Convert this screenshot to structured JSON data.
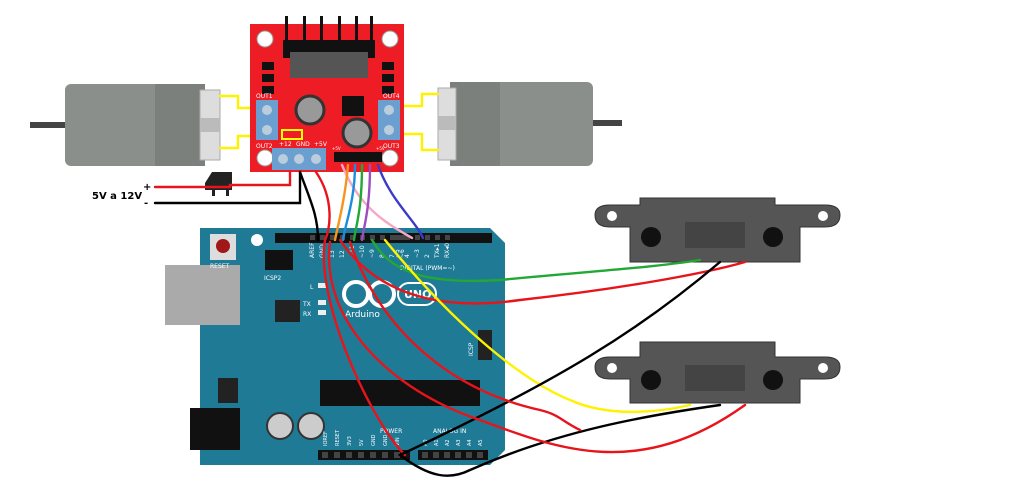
{
  "power_supply": {
    "voltage_label": "5V a 12V",
    "plus": "+",
    "minus": "-"
  },
  "driver": {
    "outputs": [
      "OUT1",
      "OUT2",
      "OUT3",
      "OUT4"
    ],
    "power_terminals": [
      "+12",
      "GND",
      "+5V"
    ],
    "logic_5v_labels": [
      "+5V",
      "+5V"
    ],
    "color": "#ee1c24"
  },
  "arduino": {
    "reset_label": "RESET",
    "icsp2_label": "ICSP2",
    "icsp_label": "ICSP",
    "digital_pins": [
      "AREF",
      "GND",
      "13",
      "12",
      "~11",
      "~10",
      "~9",
      "8",
      "7",
      "~6",
      "~5",
      "4",
      "~3",
      "2",
      "TX▸1",
      "RX◂0"
    ],
    "digital_header_label": "DIGITAL (PWM=~)",
    "led_labels": [
      "L",
      "TX",
      "RX"
    ],
    "logo_text": "Arduino",
    "model": "UNO",
    "power_pins": [
      "IOREF",
      "RESET",
      "3V3",
      "5V",
      "GND",
      "GND",
      "VIN"
    ],
    "power_label": "POWER",
    "analog_pins": [
      "A0",
      "A1",
      "A2",
      "A3",
      "A4",
      "A5"
    ],
    "analog_label": "ANALOG IN",
    "color": "#1f7a96"
  },
  "wire_colors": {
    "red": "#e8141b",
    "black": "#000000",
    "yellow": "#fff200",
    "green": "#22a834",
    "orange": "#f7941d",
    "blue": "#1c8ce0",
    "purple": "#9b4fbf",
    "pink": "#f5a9c4",
    "navy": "#3b3bc8"
  }
}
